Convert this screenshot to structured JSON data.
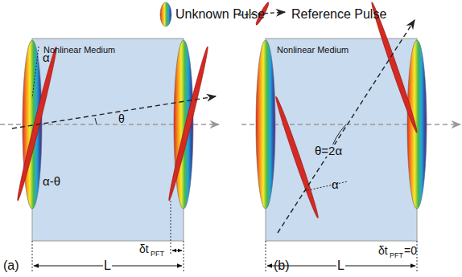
{
  "diagram": {
    "nodes": [
      {
        "text": [
          "Nonlinear Medium"
        ]
      },
      {
        "text": [
          "Nonlinear Medium"
        ]
      }
    ],
    "labels": [
      "α",
      "α-θ",
      "θ",
      "δt",
      "PFT",
      "(a)",
      "L",
      "θ=2α",
      "α",
      "δt",
      "PFT",
      "=0",
      "(b)",
      "L"
    ],
    "legend": [
      {
        "text": "Unknown Pulse"
      },
      {
        "text": "Reference Pulse"
      }
    ]
  }
}
